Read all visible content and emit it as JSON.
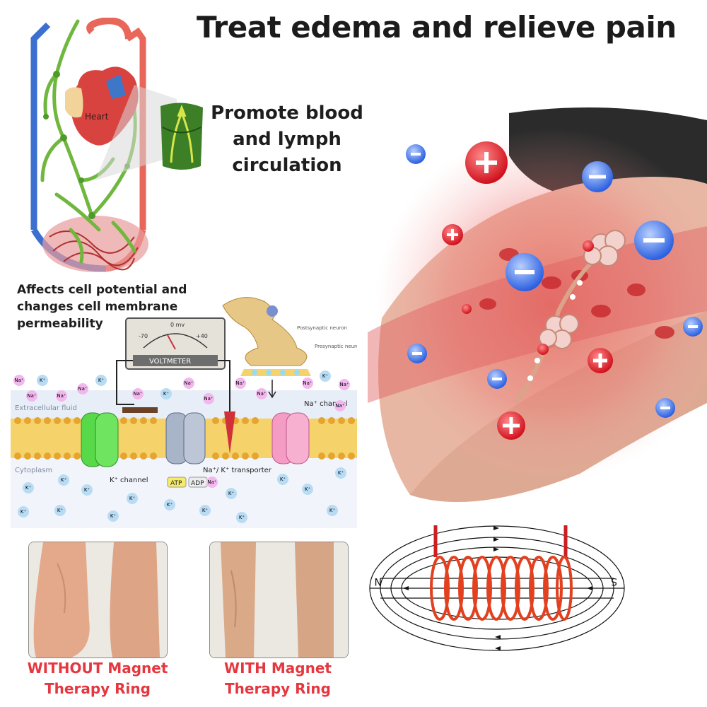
{
  "headline": "Treat edema and relieve pain",
  "circulation": {
    "heart_label": "Heart",
    "caption_lines": [
      "Promote blood",
      "and lymph",
      "circulation"
    ]
  },
  "cell": {
    "caption_lines": [
      "Affects cell potential and",
      "changes cell membrane",
      "permeability"
    ],
    "voltmeter": {
      "label": "VOLTMETER",
      "left": "-70\nmv",
      "center": "0 mv",
      "right": "+40\nmv"
    },
    "extracellular": "Extracellular fluid",
    "cytoplasm": "Cytoplasm",
    "k_channel": "K⁺ channel",
    "na_channel": "Na⁺ channel",
    "transporter": "Na⁺/ K⁺ transporter",
    "atp": "ATP",
    "adp": "ADP",
    "postsynaptic": "Postsynaptic neuron",
    "presynaptic": "Presynaptic neuron",
    "na_ion": "Na⁺",
    "k_ion": "K⁺"
  },
  "comparison": {
    "without": [
      "WITHOUT Magnet",
      "Therapy Ring"
    ],
    "with": [
      "WITH Magnet",
      "Therapy Ring"
    ]
  },
  "coil": {
    "north": "N",
    "south": "S"
  },
  "colors": {
    "accent_red": "#e5373f",
    "artery": "#e8665a",
    "vein": "#3b6fd0",
    "lymph": "#7cc043"
  }
}
